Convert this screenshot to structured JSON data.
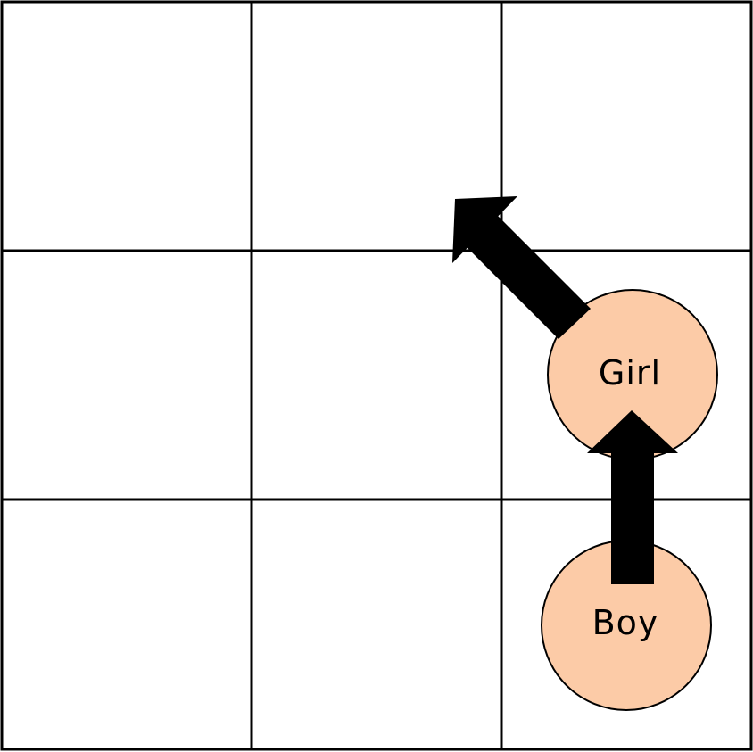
{
  "grid": {
    "rows": 3,
    "columns": 3
  },
  "tokens": [
    {
      "id": "girl",
      "label": "Girl",
      "color": "#fccba7"
    },
    {
      "id": "boy",
      "label": "Boy",
      "color": "#fccba7"
    }
  ],
  "arrows": [
    {
      "id": "boy-to-girl",
      "from": "boy",
      "direction": "up"
    },
    {
      "id": "girl-to-left-cell",
      "from": "girl",
      "direction": "up-left"
    }
  ],
  "colors": {
    "lines": "#000000",
    "background": "#ffffff",
    "token_fill": "#fccba7"
  }
}
